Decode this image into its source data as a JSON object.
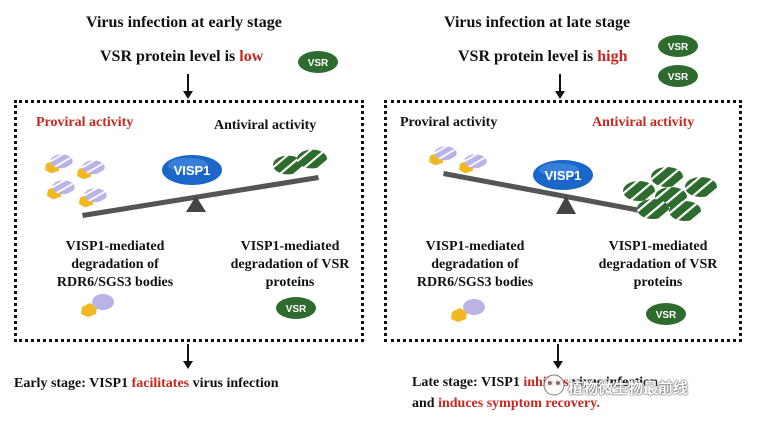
{
  "left": {
    "title": "Virus infection at early stage",
    "vsr_prefix": "VSR protein level is ",
    "vsr_level": "low",
    "proviral": "Proviral activity",
    "antiviral": "Antiviral activity",
    "visp1": "VISP1",
    "mech_left": [
      "VISP1-mediated",
      "degradation of",
      "RDR6/SGS3 bodies"
    ],
    "mech_right": [
      "VISP1-mediated",
      "degradation of VSR",
      "proteins"
    ],
    "vsr_badge": "VSR",
    "conclusion_prefix": "Early stage: VISP1 ",
    "conclusion_verb": "facilitates",
    "conclusion_suffix": " virus infection"
  },
  "right": {
    "title": "Virus infection at late stage",
    "vsr_prefix": "VSR protein level is ",
    "vsr_level": "high",
    "proviral": "Proviral activity",
    "antiviral": "Antiviral activity",
    "visp1": "VISP1",
    "mech_left": [
      "VISP1-mediated",
      "degradation of",
      "RDR6/SGS3 bodies"
    ],
    "mech_right": [
      "VISP1-mediated",
      "degradation of VSR",
      "proteins"
    ],
    "vsr_badge": "VSR",
    "conclusion_line1_prefix": "Late stage: VISP1 ",
    "conclusion_line1_verb": "inhibits",
    "conclusion_line1_suffix": " virus infection",
    "conclusion_line2_prefix": "and ",
    "conclusion_line2_red": "induces symptom recovery."
  },
  "watermark": "植物微生物最前线",
  "colors": {
    "red": "#c42820",
    "vsr_green": "#2e6b2e",
    "visp1_blue": "#1a66c9",
    "beam": "#555555",
    "body_purple": "#b9b3e6",
    "body_yellow": "#f2b820"
  }
}
